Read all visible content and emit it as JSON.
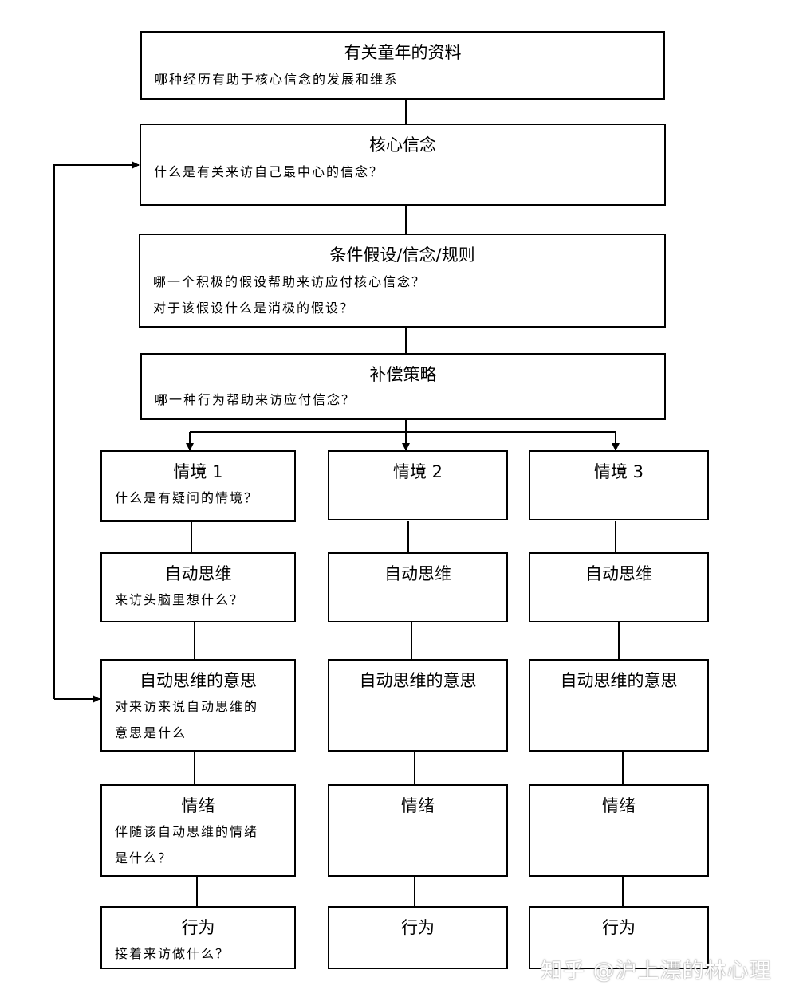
{
  "childhood": {
    "title": "有关童年的资料",
    "desc": [
      "哪种经历有助于核心信念的发展和维系"
    ]
  },
  "core_belief": {
    "title": "核心信念",
    "desc": [
      "什么是有关来访自己最中心的信念？"
    ]
  },
  "assumptions": {
    "title": "条件假设/信念/规则",
    "desc": [
      "哪一个积极的假设帮助来访应付核心信念？",
      "对于该假设什么是消极的假设？"
    ]
  },
  "compensatory": {
    "title": "补偿策略",
    "desc": [
      "哪一种行为帮助来访应付信念？"
    ]
  },
  "columns": [
    {
      "situation": {
        "title": "情境 1",
        "desc": [
          "什么是有疑问的情境？"
        ]
      },
      "automatic_thought": {
        "title": "自动思维",
        "desc": [
          "来访头脑里想什么？"
        ]
      },
      "meaning": {
        "title": "自动思维的意思",
        "desc": [
          "对来访来说自动思维的",
          "意思是什么"
        ]
      },
      "emotion": {
        "title": "情绪",
        "desc": [
          "伴随该自动思维的情绪",
          "是什么？"
        ]
      },
      "behavior": {
        "title": "行为",
        "desc": [
          "接着来访做什么？"
        ]
      }
    },
    {
      "situation": {
        "title": "情境 2",
        "desc": []
      },
      "automatic_thought": {
        "title": "自动思维",
        "desc": []
      },
      "meaning": {
        "title": "自动思维的意思",
        "desc": []
      },
      "emotion": {
        "title": "情绪",
        "desc": []
      },
      "behavior": {
        "title": "行为",
        "desc": []
      }
    },
    {
      "situation": {
        "title": "情境 3",
        "desc": []
      },
      "automatic_thought": {
        "title": "自动思维",
        "desc": []
      },
      "meaning": {
        "title": "自动思维的意思",
        "desc": []
      },
      "emotion": {
        "title": "情绪",
        "desc": []
      },
      "behavior": {
        "title": "行为",
        "desc": []
      }
    }
  ],
  "watermark": "知乎 @沪上漂的林心理"
}
